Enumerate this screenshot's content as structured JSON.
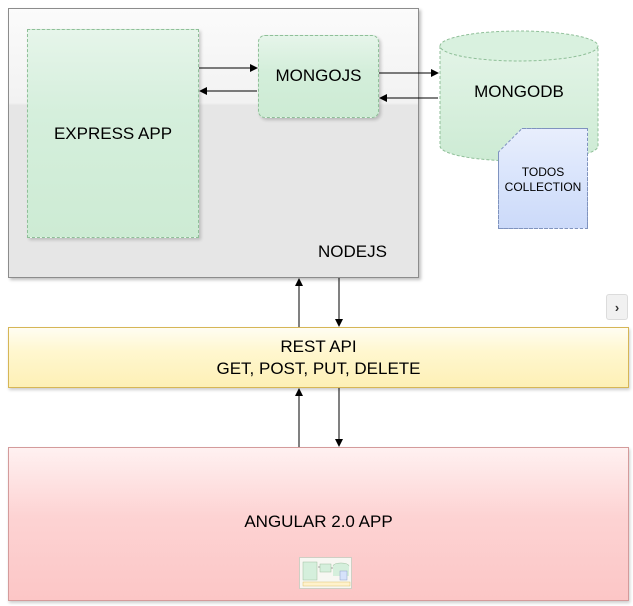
{
  "nodes": {
    "nodejs": "NODEJS",
    "express_app": "EXPRESS APP",
    "mongojs": "MONGOJS",
    "mongodb": "MONGODB",
    "todos_collection": [
      "TODOS",
      "COLLECTION"
    ],
    "rest_api": {
      "title": "REST API",
      "methods": "GET, POST, PUT, DELETE"
    },
    "angular_app": "ANGULAR 2.0 APP"
  },
  "colors": {
    "green_fill": "#d5efdc",
    "green_stroke": "#8fbf98",
    "blue_fill": "#d6e2fb",
    "yellow_fill": "#fff2cc",
    "yellow_stroke": "#d6b656",
    "red_fill": "#f8cecc",
    "gray_fill": "#e6e6e6"
  },
  "icons": {
    "expand_button": "chevron-right-icon"
  }
}
